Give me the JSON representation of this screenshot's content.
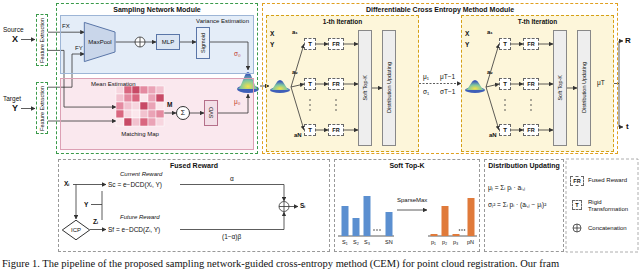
{
  "diagram": {
    "caption": "Figure 1. The pipeline of the proposed sampling network-guided cross-entropy method (CEM) for point cloud registration. Our fram",
    "nodes": [
      {
        "text": [
          "Feature Extraction"
        ]
      },
      {
        "text": [
          "Feature Extraction"
        ]
      },
      {
        "text": [
          "Sampling Network Module"
        ]
      },
      {
        "text": [
          "Variance Estimation"
        ],
        "in": 2
      },
      {
        "text": [
          "MaxPool"
        ],
        "in": 3
      },
      {
        "text": [
          "MLP"
        ],
        "in": 3
      },
      {
        "text": [
          "Sigmoid"
        ],
        "in": 3
      },
      {
        "text": [
          "Mean Estimation"
        ],
        "in": 2
      },
      {
        "text": [
          "Matching Map"
        ],
        "in": 7
      },
      {
        "text": [
          "Σ"
        ],
        "in": 7
      },
      {
        "text": [
          "SVD"
        ],
        "in": 7
      },
      {
        "text": [
          "Differentiable Cross Entropy Method Module"
        ]
      },
      {
        "text": [
          "1-th Iteration"
        ],
        "in": 11
      },
      {
        "text": [
          "T"
        ],
        "in": 12
      },
      {
        "text": [
          "T"
        ],
        "in": 12
      },
      {
        "text": [
          "T"
        ],
        "in": 12
      },
      {
        "text": [
          "FR"
        ],
        "in": 12
      },
      {
        "text": [
          "FR"
        ],
        "in": 12
      },
      {
        "text": [
          "FR"
        ],
        "in": 12
      },
      {
        "text": [
          "Soft Top-K"
        ],
        "in": 12
      },
      {
        "text": [
          "Distribution Updating"
        ],
        "in": 12
      },
      {
        "text": [
          "T-th Iteration"
        ],
        "in": 11
      },
      {
        "text": [
          "T"
        ],
        "in": 21
      },
      {
        "text": [
          "T"
        ],
        "in": 21
      },
      {
        "text": [
          "T"
        ],
        "in": 21
      },
      {
        "text": [
          "FR"
        ],
        "in": 21
      },
      {
        "text": [
          "FR"
        ],
        "in": 21
      },
      {
        "text": [
          "FR"
        ],
        "in": 21
      },
      {
        "text": [
          "Soft Top-K"
        ],
        "in": 21
      },
      {
        "text": [
          "Distribution Updating"
        ],
        "in": 21
      },
      {
        "text": [
          "Fused Reward"
        ]
      },
      {
        "text": [
          "ICP"
        ],
        "in": 30
      },
      {
        "text": [
          "Soft Top-K"
        ]
      },
      {
        "text": [
          "Distribution Updating",
          "μⱼ = Σᵢ pᵢ · aᵢ,ⱼ",
          "σⱼ² = Σᵢ pᵢ · (aᵢ,ⱼ − μⱼ)²"
        ]
      }
    ],
    "edges": [
      {
        "from": 0,
        "to": 4,
        "arrow": "to"
      },
      {
        "from": 1,
        "to": 4,
        "arrow": "to"
      },
      {
        "from": 0,
        "to": 8,
        "arrow": "to"
      },
      {
        "from": 1,
        "to": 8,
        "arrow": "to"
      },
      {
        "from": 4,
        "to": 5,
        "arrow": "to"
      },
      {
        "from": 5,
        "to": 6,
        "arrow": "to"
      },
      {
        "from": 8,
        "to": 9,
        "arrow": "to"
      },
      {
        "from": 9,
        "to": 10,
        "arrow": "to"
      },
      {
        "from": 13,
        "to": 16,
        "arrow": "to"
      },
      {
        "from": 14,
        "to": 17,
        "arrow": "to"
      },
      {
        "from": 15,
        "to": 18,
        "arrow": "to"
      },
      {
        "from": 16,
        "to": 19,
        "arrow": "to"
      },
      {
        "from": 17,
        "to": 19,
        "arrow": "to"
      },
      {
        "from": 18,
        "to": 19,
        "arrow": "to"
      },
      {
        "from": 19,
        "to": 20,
        "arrow": "to"
      },
      {
        "from": 22,
        "to": 25,
        "arrow": "to"
      },
      {
        "from": 23,
        "to": 26,
        "arrow": "to"
      },
      {
        "from": 24,
        "to": 27,
        "arrow": "to"
      },
      {
        "from": 25,
        "to": 28,
        "arrow": "to"
      },
      {
        "from": 26,
        "to": 28,
        "arrow": "to"
      },
      {
        "from": 27,
        "to": 28,
        "arrow": "to"
      },
      {
        "from": 28,
        "to": 29,
        "arrow": "to"
      },
      {
        "from": 12,
        "to": 21,
        "arrow": "to"
      }
    ],
    "labels": [
      "Source",
      "X",
      "Target",
      "Y",
      "FX",
      "FY",
      "σ₀",
      "μ₀",
      "M",
      "X",
      "Y",
      "a₁",
      "a₂",
      "aN",
      "μ₁",
      "σ₁",
      "μT−1",
      "σT−1",
      "X",
      "Y",
      "a₁",
      "a₂",
      "aN",
      "μT",
      "R",
      "t",
      "Xᵢ",
      "Y",
      "Current Reward",
      "Sc = e−DCD(Xᵢ, Y)",
      "Zᵢ",
      "Future Reward",
      "Sf = e−DCD(Zᵢ, Y)",
      "α",
      "(1−α)β",
      "Sᵢ",
      "S₁",
      "S₂",
      "S₃",
      "SN",
      "SparseMax",
      "p₁",
      "p₂",
      "p₃",
      "pN",
      "FR",
      "T"
    ],
    "legend": [
      {
        "text": "Fused Reward"
      },
      {
        "text": "Rigid Transformation"
      },
      {
        "text": "Concatenation"
      }
    ]
  }
}
